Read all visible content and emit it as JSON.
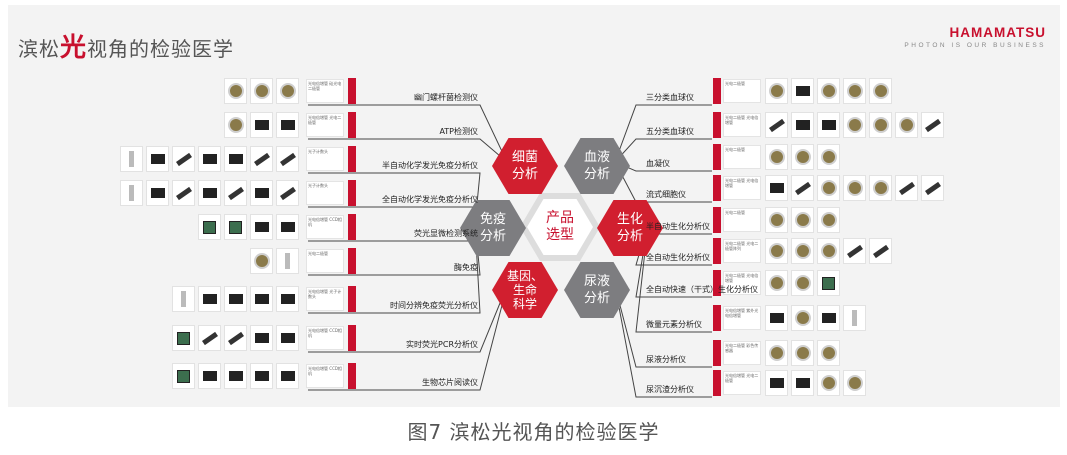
{
  "header": {
    "title_pre": "滨松",
    "title_highlight": "光",
    "title_post": "视角的检验医学",
    "brand_name": "HAMAMATSU",
    "brand_tagline": "PHOTON IS OUR BUSINESS"
  },
  "hub": {
    "center": "产品\n选型",
    "categories": {
      "bacteria": "细菌\n分析",
      "blood": "血液\n分析",
      "immuno": "免疫\n分析",
      "biochem": "生化\n分析",
      "gene": "基因、\n生命\n科学",
      "urine": "尿液\n分析"
    }
  },
  "colors": {
    "accent_red": "#d11f2f",
    "hex_grey": "#7d7d80",
    "poster_bg": "#f3f3f3"
  },
  "left_items": [
    {
      "label": "幽门螺杆菌检测仪",
      "thumbs": [
        "round",
        "round",
        "round"
      ],
      "desc": "光电倍增管 硅光电二极管",
      "cat": "bacteria"
    },
    {
      "label": "ATP检测仪",
      "thumbs": [
        "round",
        "dark",
        "dark"
      ],
      "desc": "光电倍增管 光电二极管",
      "cat": "bacteria"
    },
    {
      "label": "半自动化学发光免疫分析仪",
      "thumbs": [
        "tube",
        "dark",
        "rod",
        "dark",
        "dark",
        "rod",
        "rod"
      ],
      "desc": "光子计数头",
      "cat": "immuno"
    },
    {
      "label": "全自动化学发光免疫分析仪",
      "thumbs": [
        "tube",
        "dark",
        "rod",
        "dark",
        "rod",
        "dark",
        "rod"
      ],
      "desc": "光子计数头",
      "cat": "immuno"
    },
    {
      "label": "荧光显微检测系统",
      "thumbs": [
        "chip",
        "chip",
        "dark",
        "dark"
      ],
      "desc": "光电倍增管 CCD相机",
      "cat": "immuno"
    },
    {
      "label": "酶免疫",
      "thumbs": [
        "round",
        "tube"
      ],
      "desc": "光电二极管",
      "cat": "immuno"
    },
    {
      "label": "时间分辨免疫荧光分析仪",
      "thumbs": [
        "tube",
        "dark",
        "dark",
        "dark",
        "dark"
      ],
      "desc": "光电倍增管 光子计数头",
      "cat": "immuno"
    },
    {
      "label": "实时荧光PCR分析仪",
      "thumbs": [
        "chip",
        "rod",
        "rod",
        "dark",
        "dark"
      ],
      "desc": "光电倍增管 CCD相机",
      "cat": "gene"
    },
    {
      "label": "生物芯片阅读仪",
      "thumbs": [
        "chip",
        "dark",
        "dark",
        "dark",
        "dark"
      ],
      "desc": "光电倍增管 CCD相机",
      "cat": "gene"
    }
  ],
  "right_items": [
    {
      "label": "三分类血球仪",
      "thumbs": [
        "round",
        "dark",
        "round",
        "round",
        "round"
      ],
      "desc": "光电二极管",
      "cat": "blood"
    },
    {
      "label": "五分类血球仪",
      "thumbs": [
        "rod",
        "dark",
        "dark",
        "round",
        "round",
        "round",
        "rod"
      ],
      "desc": "光电二极管 光电倍增管",
      "cat": "blood"
    },
    {
      "label": "血凝仪",
      "thumbs": [
        "round",
        "round",
        "round"
      ],
      "desc": "光电二极管",
      "cat": "blood"
    },
    {
      "label": "流式细胞仪",
      "thumbs": [
        "dark",
        "rod",
        "round",
        "round",
        "round",
        "rod",
        "rod"
      ],
      "desc": "光电二极管 光电倍增管",
      "cat": "blood"
    },
    {
      "label": "半自动生化分析仪",
      "thumbs": [
        "round",
        "round",
        "round"
      ],
      "desc": "光电二极管",
      "cat": "biochem"
    },
    {
      "label": "全自动生化分析仪",
      "thumbs": [
        "round",
        "round",
        "round",
        "rod",
        "rod"
      ],
      "desc": "光电二极管 光电二极管阵列",
      "cat": "biochem"
    },
    {
      "label": "全自动快速（干式）生化分析仪",
      "thumbs": [
        "round",
        "round",
        "chip"
      ],
      "desc": "光电二极管 光电倍增管",
      "cat": "biochem"
    },
    {
      "label": "微量元素分析仪",
      "thumbs": [
        "dark",
        "round",
        "dark",
        "tube"
      ],
      "desc": "光电倍增管 紫外光电倍增管",
      "cat": "biochem"
    },
    {
      "label": "尿液分析仪",
      "thumbs": [
        "round",
        "round",
        "round"
      ],
      "desc": "光电二极管 彩色传感器",
      "cat": "urine"
    },
    {
      "label": "尿沉渣分析仪",
      "thumbs": [
        "dark",
        "dark",
        "round",
        "round"
      ],
      "desc": "光电倍增管 光电二极管",
      "cat": "urine"
    }
  ],
  "caption": "图7 滨松光视角的检验医学"
}
